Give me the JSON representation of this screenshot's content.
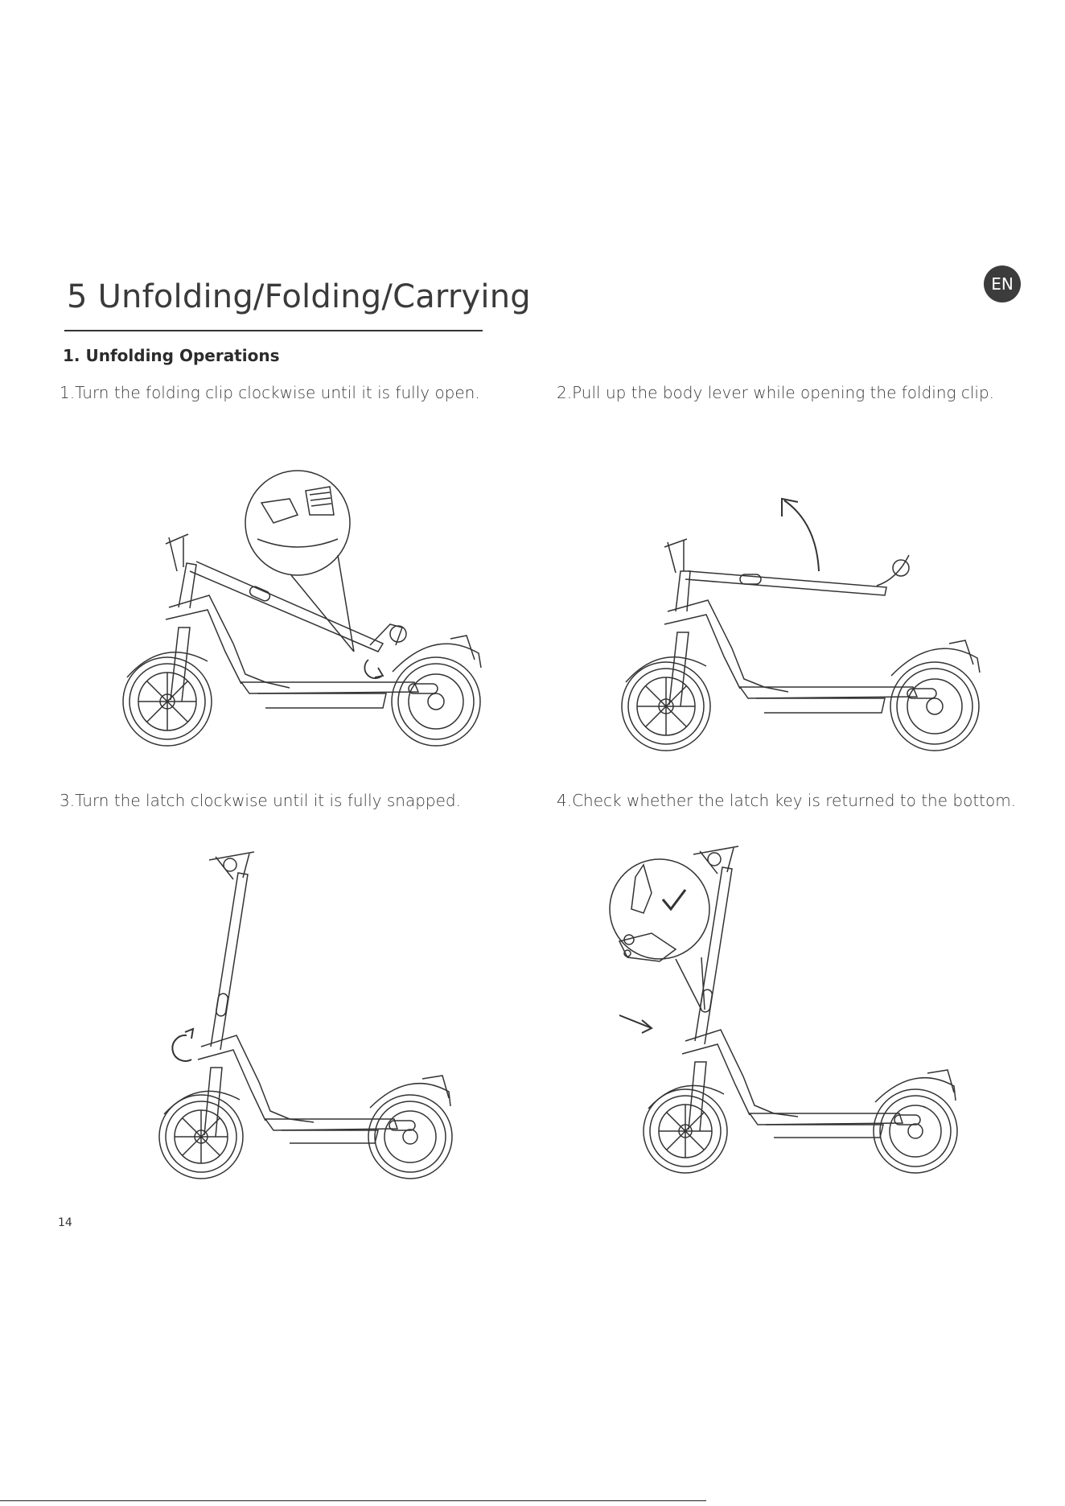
{
  "badge": "EN",
  "section_title": "5 Unfolding/Folding/Carrying",
  "subsection_title": "1. Unfolding Operations",
  "steps": [
    "1.Turn the folding clip clockwise until it is fully open.",
    "2.Pull up the body lever while opening the folding clip.",
    "3.Turn the latch clockwise until it is fully snapped.",
    "4.Check whether the latch key is returned to the bottom."
  ],
  "page_number": "14"
}
